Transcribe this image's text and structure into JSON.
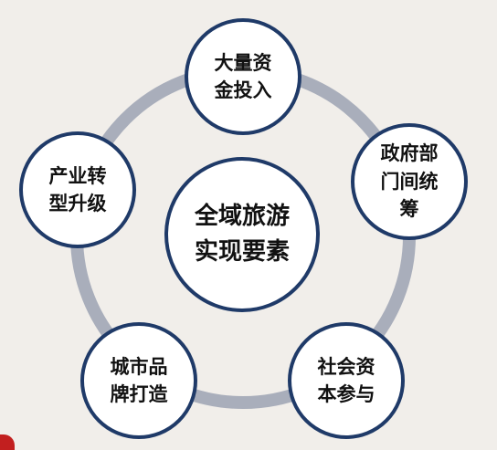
{
  "diagram": {
    "center": {
      "label": "全域旅游\n实现要素"
    },
    "elements": [
      {
        "id": "investment",
        "label": "大量资\n金投入"
      },
      {
        "id": "government",
        "label": "政府部\n门间统\n筹"
      },
      {
        "id": "social-capital",
        "label": "社会资\n本参与"
      },
      {
        "id": "brand",
        "label": "城市品\n牌打造"
      },
      {
        "id": "industry",
        "label": "产业转\n型升级"
      }
    ]
  },
  "colors": {
    "ring": "#a9aebb",
    "node_border": "#1f3a68",
    "node_fill": "#ffffff",
    "background": "#f1eeea"
  }
}
